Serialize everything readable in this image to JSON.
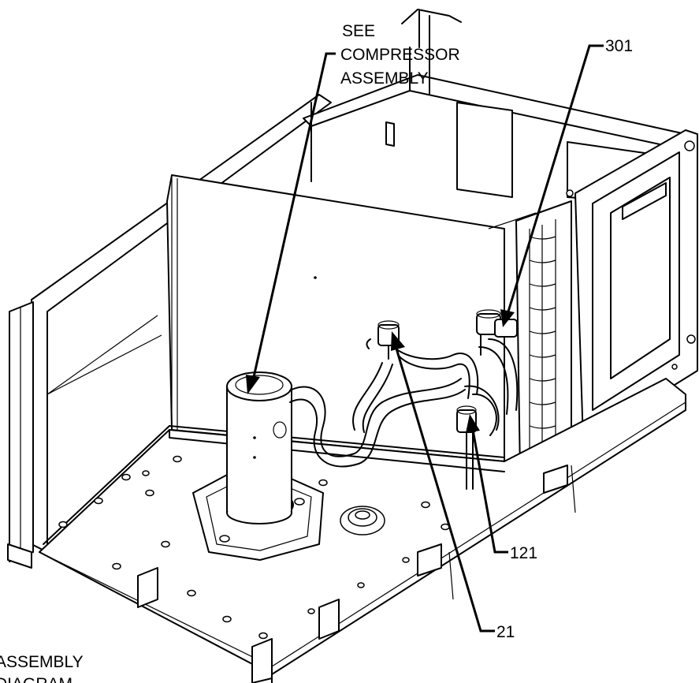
{
  "callouts": {
    "see_compressor": [
      "SEE",
      "COMPRESSOR",
      "ASSEMBLY"
    ],
    "part_301": "301",
    "part_121": "121",
    "part_21": "21",
    "bottom_left_partial": [
      "ASSEMBLY",
      "DIAGRAM"
    ]
  }
}
